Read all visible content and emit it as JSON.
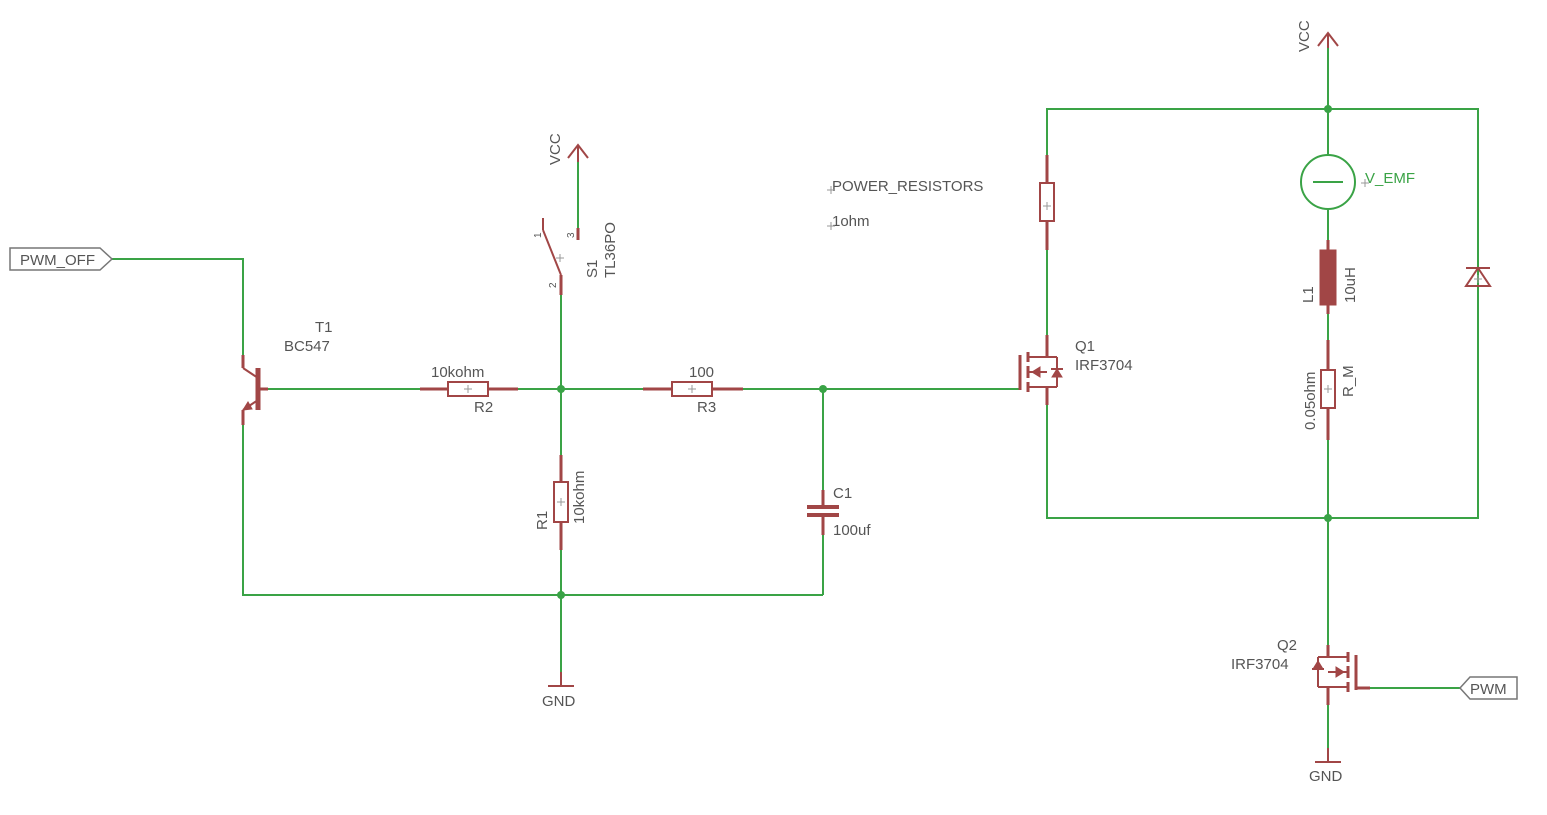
{
  "ports": {
    "pwm_off": "PWM_OFF",
    "pwm": "PWM"
  },
  "supplies": {
    "vcc_switch": "VCC",
    "vcc_top": "VCC",
    "gnd_left": "GND",
    "gnd_right": "GND"
  },
  "components": {
    "t1": {
      "ref": "T1",
      "value": "BC547"
    },
    "r2": {
      "ref": "R2",
      "value": "10kohm"
    },
    "r3": {
      "ref": "R3",
      "value": "100"
    },
    "r1": {
      "ref": "R1",
      "value": "10kohm"
    },
    "c1": {
      "ref": "C1",
      "value": "100uf"
    },
    "s1": {
      "ref": "S1",
      "value": "TL36PO",
      "pin1": "1",
      "pin2": "2",
      "pin3": "3"
    },
    "q1": {
      "ref": "Q1",
      "value": "IRF3704"
    },
    "q2": {
      "ref": "Q2",
      "value": "IRF3704"
    },
    "l1": {
      "ref": "L1",
      "value": "10uH"
    },
    "rm": {
      "ref": "R_M",
      "value": "0.05ohm"
    },
    "vemf": {
      "ref": "V_EMF"
    },
    "power_resistors": {
      "name": "POWER_RESISTORS",
      "value": "1ohm"
    }
  },
  "colors": {
    "wire": "#3aa346",
    "part": "#a14646",
    "label": "#555555",
    "background": "#ffffff"
  }
}
